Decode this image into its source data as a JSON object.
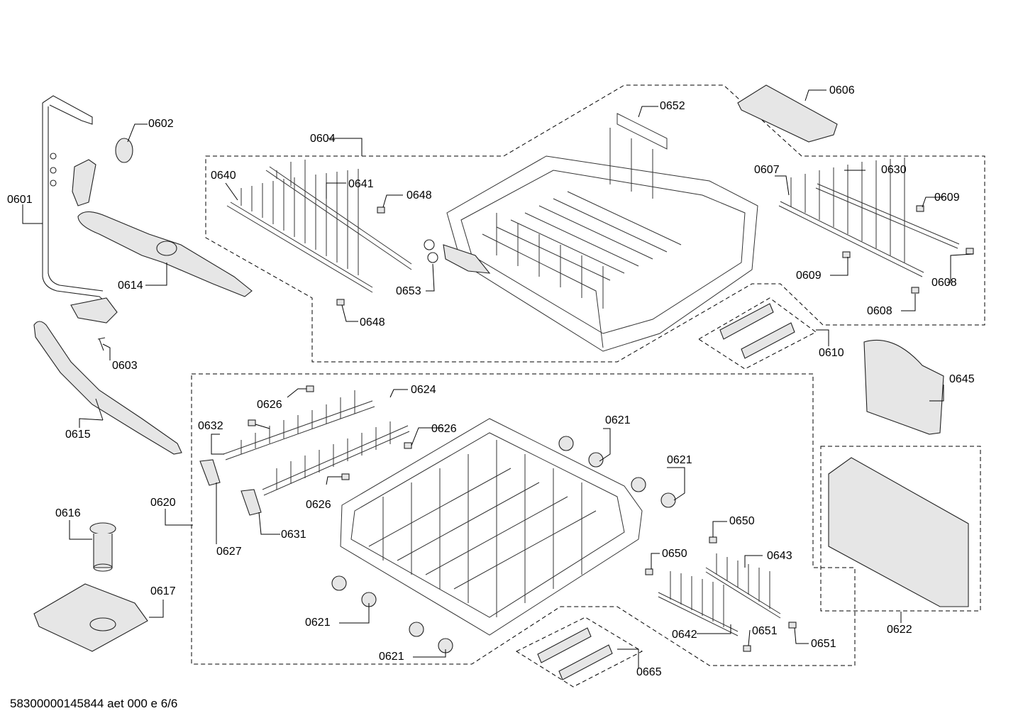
{
  "footer_text": "58300000145844 aet 000 e 6/6",
  "labels": {
    "p0601": "0601",
    "p0602": "0602",
    "p0603": "0603",
    "p0604": "0604",
    "p0606": "0606",
    "p0607": "0607",
    "p0608a": "0608",
    "p0608b": "0608",
    "p0609a": "0609",
    "p0609b": "0609",
    "p0610": "0610",
    "p0614": "0614",
    "p0615": "0615",
    "p0616": "0616",
    "p0617": "0617",
    "p0620": "0620",
    "p0621a": "0621",
    "p0621b": "0621",
    "p0621c": "0621",
    "p0621d": "0621",
    "p0622": "0622",
    "p0624": "0624",
    "p0626a": "0626",
    "p0626b": "0626",
    "p0626c": "0626",
    "p0627": "0627",
    "p0630": "0630",
    "p0631": "0631",
    "p0632": "0632",
    "p0640": "0640",
    "p0641": "0641",
    "p0642": "0642",
    "p0643": "0643",
    "p0645": "0645",
    "p0648a": "0648",
    "p0648b": "0648",
    "p0650a": "0650",
    "p0650b": "0650",
    "p0651a": "0651",
    "p0651b": "0651",
    "p0652": "0652",
    "p0653": "0653",
    "p0665": "0665"
  }
}
